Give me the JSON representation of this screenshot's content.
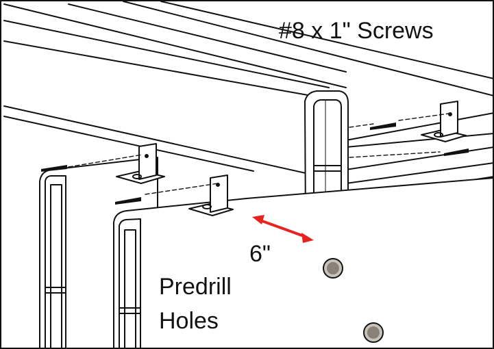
{
  "labels": {
    "screws": "#8 x 1\" Screws",
    "dimension": "6\"",
    "predrill_line1": "Predrill",
    "predrill_line2": "Holes"
  },
  "colors": {
    "outline": "#111111",
    "dimension_arrow": "#e8231f",
    "hole_fill": "#8a8178",
    "hole_ring": "#c9c2b8",
    "background": "#ffffff"
  }
}
